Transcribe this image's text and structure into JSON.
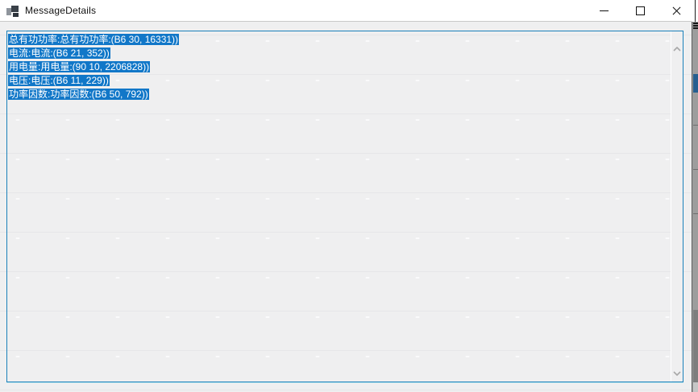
{
  "window": {
    "title": "MessageDetails"
  },
  "messages": {
    "lines": [
      "总有功功率:总有功功率:(B6 30, 16331))",
      "电流:电流:(B6 21, 352))",
      "用电量:用电量:(90 10, 2206828))",
      "电压:电压:(B6 11, 229))",
      "功率因数:功率因数:(B6 50, 792))"
    ],
    "selection_state": "all lines selected"
  },
  "icons": {
    "app_icon": "form-window-icon",
    "minimize": "minimize-icon",
    "maximize": "maximize-icon",
    "close": "close-icon",
    "scroll_up": "chevron-up-icon",
    "scroll_down": "chevron-down-icon"
  },
  "colors": {
    "selection_bg": "#1177c8",
    "selection_text": "#ffffff",
    "focus_border": "#1a80ba",
    "titlebar_bg": "#ffffff",
    "client_bg": "#efeff0",
    "background_scrollbar_thumb": "#265e8f"
  }
}
